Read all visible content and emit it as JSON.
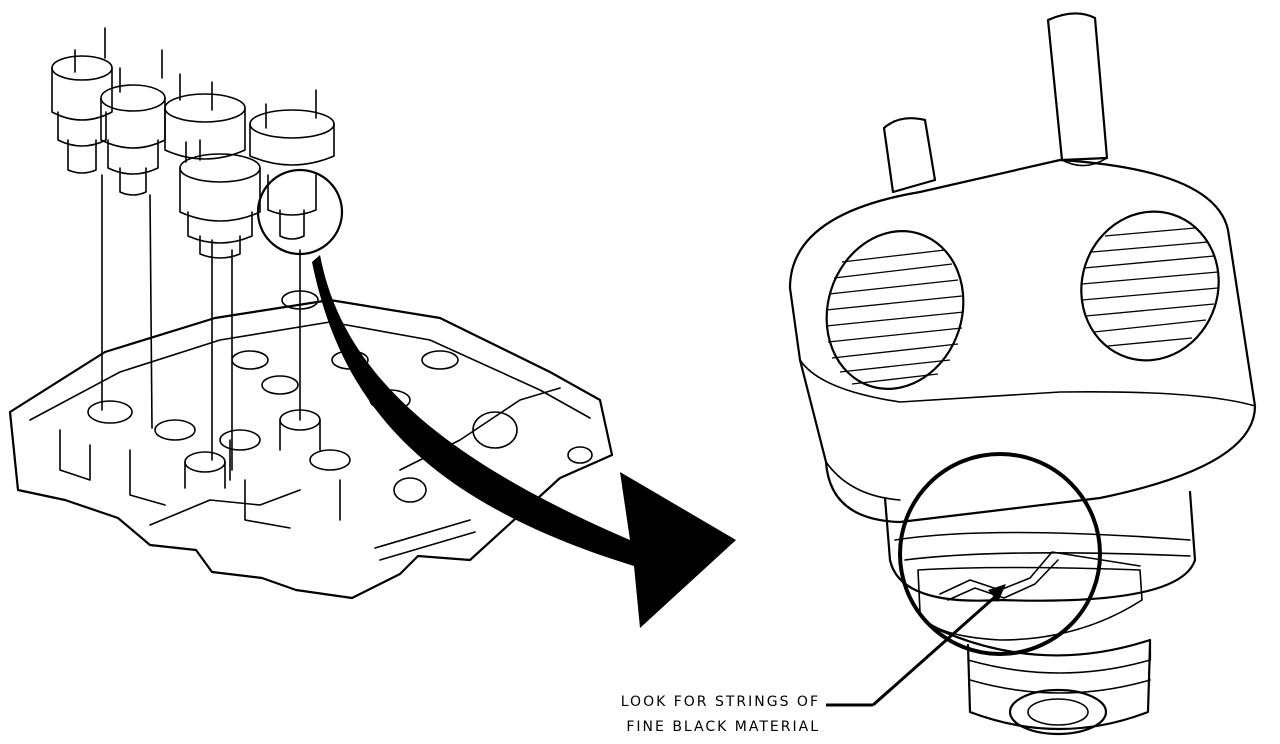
{
  "callout": {
    "line1": "LOOK FOR STRINGS OF",
    "line2": "FINE BLACK MATERIAL"
  },
  "icons": {
    "valve_body": "valve-body-assembly",
    "solenoid_detail": "solenoid-enlarged-detail",
    "arrow": "curved-arrow"
  },
  "colors": {
    "ink": "#000000",
    "paper": "#ffffff"
  }
}
